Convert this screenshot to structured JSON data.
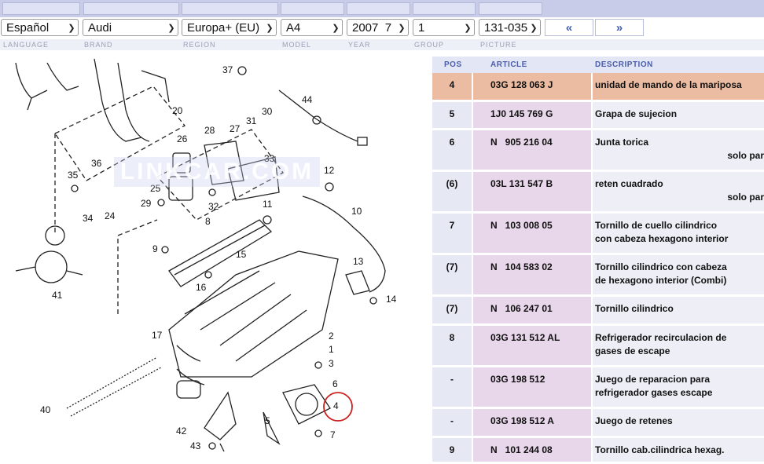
{
  "selectors": {
    "language": "Español",
    "brand": "Audi",
    "region": "Europa+ (EU)",
    "model": "A4",
    "year": "2007  7",
    "group": "1",
    "picture": "131-035",
    "prev_label": "«",
    "next_label": "»"
  },
  "labels": {
    "language": "LANGUAGE",
    "brand": "BRAND",
    "region": "REGION",
    "model": "MODEL",
    "year": "YEAR",
    "group": "GROUP",
    "picture": "PICTURE"
  },
  "table": {
    "headers": {
      "pos": "POS",
      "article": "ARTICLE",
      "description": "DESCRIPTION"
    },
    "rows": [
      {
        "pos": "4",
        "article": "03G 128 063 J",
        "desc1": "unidad de mando de la mariposa",
        "desc2": "",
        "note": "",
        "highlighted": true
      },
      {
        "pos": "5",
        "article": "1J0 145 769 G",
        "desc1": "Grapa de sujecion",
        "desc2": "",
        "note": ""
      },
      {
        "pos": "6",
        "article": "N   905 216 04",
        "desc1": "Junta torica",
        "desc2": "",
        "note": "solo par"
      },
      {
        "pos": "(6)",
        "article": "03L 131 547 B",
        "desc1": "reten cuadrado",
        "desc2": "",
        "note": "solo par"
      },
      {
        "pos": "7",
        "article": "N   103 008 05",
        "desc1": "Tornillo de cuello cilindrico",
        "desc2": "con cabeza hexagono interior",
        "note": ""
      },
      {
        "pos": "(7)",
        "article": "N   104 583 02",
        "desc1": "Tornillo cilindrico con cabeza",
        "desc2": "de hexagono interior (Combi)",
        "note": ""
      },
      {
        "pos": "(7)",
        "article": "N   106 247 01",
        "desc1": "Tornillo cilindrico",
        "desc2": "",
        "note": ""
      },
      {
        "pos": "8",
        "article": "03G 131 512 AL",
        "desc1": "Refrigerador recirculacion de",
        "desc2": "gases de escape",
        "note": ""
      },
      {
        "pos": "-",
        "article": "03G 198 512",
        "desc1": "Juego de reparacion para",
        "desc2": "refrigerador gases escape",
        "note": ""
      },
      {
        "pos": "-",
        "article": "03G 198 512 A",
        "desc1": "Juego de retenes",
        "desc2": "",
        "note": ""
      },
      {
        "pos": "9",
        "article": "N   101 244 08",
        "desc1": "Tornillo cab.cilindrica hexag.",
        "desc2": "",
        "note": ""
      }
    ]
  },
  "diagram": {
    "callouts": [
      "37",
      "44",
      "20",
      "30",
      "28",
      "27",
      "31",
      "26",
      "33",
      "12",
      "36",
      "35",
      "25",
      "29",
      "32",
      "24",
      "34",
      "11",
      "10",
      "8",
      "9",
      "15",
      "13",
      "16",
      "14",
      "41",
      "17",
      "2",
      "1",
      "3",
      "6",
      "4",
      "40",
      "5",
      "7",
      "42",
      "43"
    ],
    "watermark": "LINKCAR.COM"
  },
  "colors": {
    "highlight": "#ebbca2",
    "accent": "#4a5eaa",
    "circle": "#cc2222"
  }
}
